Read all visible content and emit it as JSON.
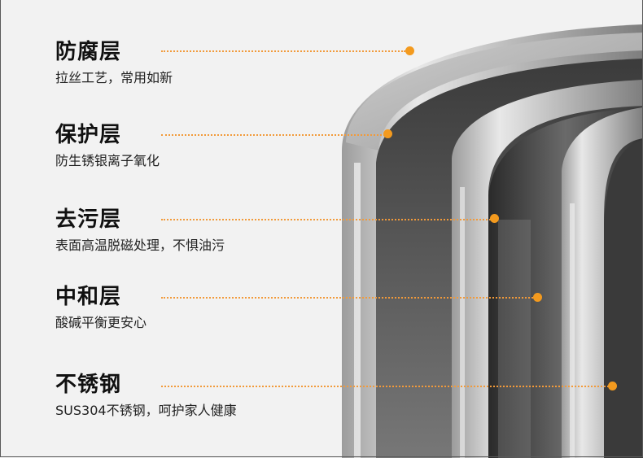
{
  "layers": [
    {
      "title": "防腐层",
      "desc": "拉丝工艺，常用如新"
    },
    {
      "title": "保护层",
      "desc": "防生锈银离子氧化"
    },
    {
      "title": "去污层",
      "desc": "表面高温脱磁处理，不惧油污"
    },
    {
      "title": "中和层",
      "desc": "酸碱平衡更安心"
    },
    {
      "title": "不锈钢",
      "desc": "SUS304不锈钢，呵护家人健康"
    }
  ],
  "colors": {
    "accent": "#f39a1e",
    "leader": "#f29a3a"
  }
}
